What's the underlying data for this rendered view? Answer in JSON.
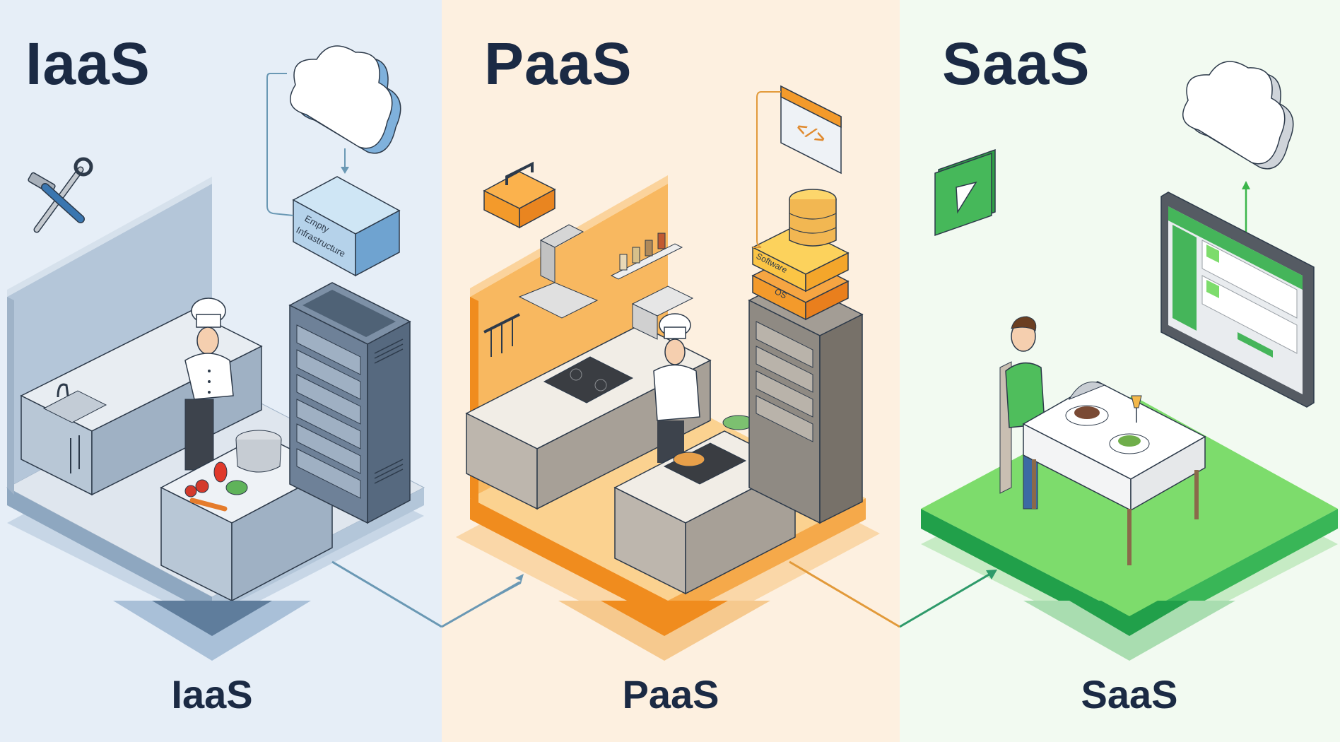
{
  "diagram": {
    "panels": [
      {
        "id": "iaas",
        "title": "IaaS",
        "footer_label": "IaaS",
        "background": "#e6eef7",
        "accent": "#6f8fb0",
        "elements": {
          "infra_box_label_line1": "Empty",
          "infra_box_label_line2": "Infrastructure",
          "icon": "tools-icon",
          "scene": "empty kitchen with chef, raw vegetables, pot, server rack"
        }
      },
      {
        "id": "paas",
        "title": "PaaS",
        "footer_label": "PaaS",
        "background": "#fdf0e0",
        "accent": "#f0902a",
        "elements": {
          "stack_label_software": "Software",
          "stack_label_os": "OS",
          "icon": "toolbox-icon",
          "code_window_glyph": "</>",
          "scene": "equipped kitchen with chef cooking, server rack with OS and software layers"
        }
      },
      {
        "id": "saas",
        "title": "SaaS",
        "footer_label": "SaaS",
        "background": "#f2faf1",
        "accent": "#3bb54a",
        "elements": {
          "icon": "play-icon",
          "scene": "person dining at table served a meal, tablet app connected to cloud"
        }
      }
    ],
    "connectors": [
      {
        "from": "iaas",
        "to": "paas",
        "color": "#6a98b4"
      },
      {
        "from": "paas",
        "to": "saas",
        "color": "#e29a3a"
      }
    ]
  }
}
